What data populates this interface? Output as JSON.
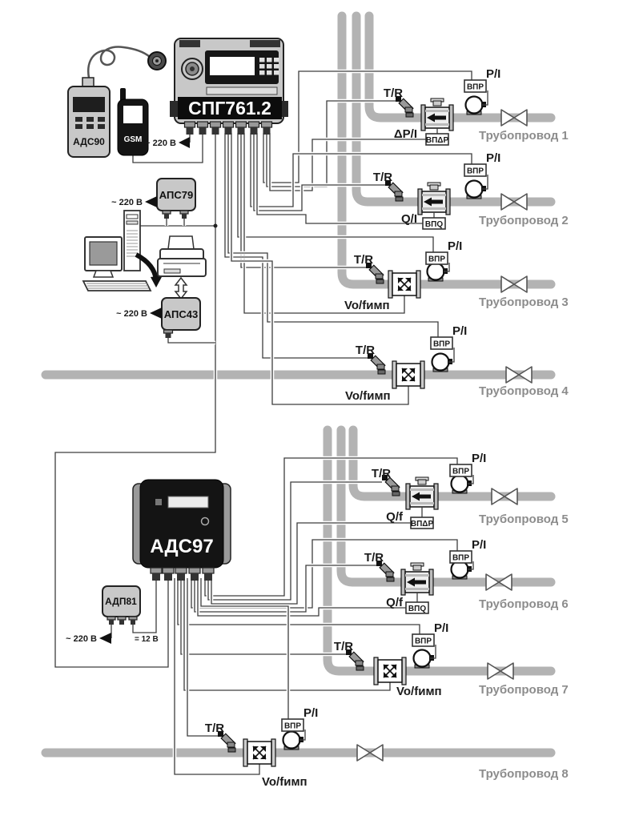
{
  "devices": {
    "spg": {
      "label": "СПГ761.2"
    },
    "ads90": {
      "label": "АДС90"
    },
    "gsm": {
      "label": "GSM"
    },
    "aps79": {
      "label": "АПС79"
    },
    "aps43": {
      "label": "АПС43"
    },
    "ads97": {
      "label": "АДС97"
    },
    "adp81": {
      "label": "АДП81"
    }
  },
  "power": {
    "ac": "~ 220 В",
    "dc": "= 12 В"
  },
  "sensors": {
    "temperature": "T/R",
    "pressure": "P/I",
    "pressure_transducer": "ВПР"
  },
  "pipelines": [
    {
      "label": "Трубопровод 1",
      "flow_signal": "ΔP/I",
      "flow_box": "ВПΔР",
      "meter": "arrow"
    },
    {
      "label": "Трубопровод 2",
      "flow_signal": "Q/I",
      "flow_box": "ВПQ",
      "meter": "arrow"
    },
    {
      "label": "Трубопровод 3",
      "flow_signal": "Vo/fимп",
      "flow_box": "",
      "meter": "turbine"
    },
    {
      "label": "Трубопровод 4",
      "flow_signal": "Vo/fимп",
      "flow_box": "",
      "meter": "turbine"
    },
    {
      "label": "Трубопровод 5",
      "flow_signal": "Q/f",
      "flow_box": "ВПΔР",
      "meter": "arrow"
    },
    {
      "label": "Трубопровод 6",
      "flow_signal": "Q/f",
      "flow_box": "ВПQ",
      "meter": "arrow"
    },
    {
      "label": "Трубопровод 7",
      "flow_signal": "Vo/fимп",
      "flow_box": "",
      "meter": "turbine"
    },
    {
      "label": "Трубопровод 8",
      "flow_signal": "Vo/fимп",
      "flow_box": "",
      "meter": "turbine"
    }
  ],
  "colors": {
    "pipe": "#b3b3b3",
    "wire": "#3d3d3d",
    "pipe_label": "#8c8c8c",
    "device_fill": "#c8c8c8",
    "dark_device": "#141414"
  }
}
